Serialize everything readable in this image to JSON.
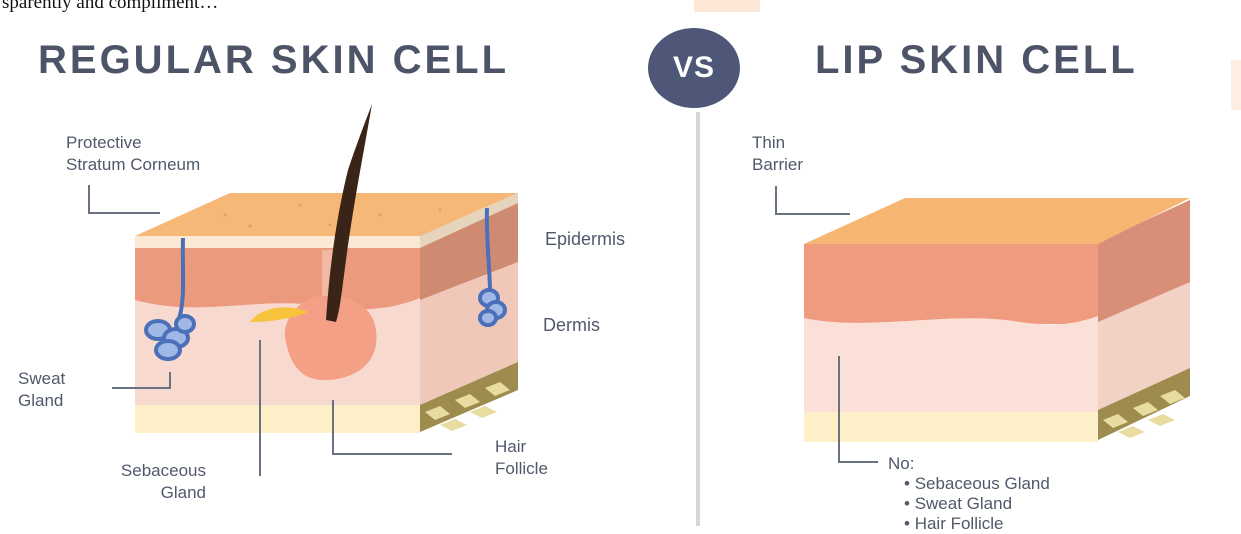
{
  "top_fragment": "sparently and compliment…",
  "left_title": "REGULAR SKIN CELL",
  "vs": "VS",
  "right_title": "LIP SKIN CELL",
  "left_labels": {
    "stratum": "Protective\nStratum Corneum",
    "epidermis": "Epidermis",
    "dermis": "Dermis",
    "sweat": "Sweat\nGland",
    "sebaceous": "Sebaceous\nGland",
    "follicle": "Hair\nFollicle"
  },
  "right_labels": {
    "barrier": "Thin\nBarrier",
    "no": "No:",
    "missing": [
      "Sebaceous Gland",
      "Sweat Gland",
      "Hair Follicle"
    ]
  },
  "colors": {
    "title": "#4d5468",
    "vs_badge": "#4e5778",
    "top_face": "#f6b877",
    "epidermis": "#ec9a7e",
    "dermis": "#f8d9cf",
    "fat": "#fdf0c8",
    "fat_side": "#9e8c4f",
    "gland": "#4b6fb8",
    "hair": "#3a2418",
    "follicle": "#f3a086"
  }
}
